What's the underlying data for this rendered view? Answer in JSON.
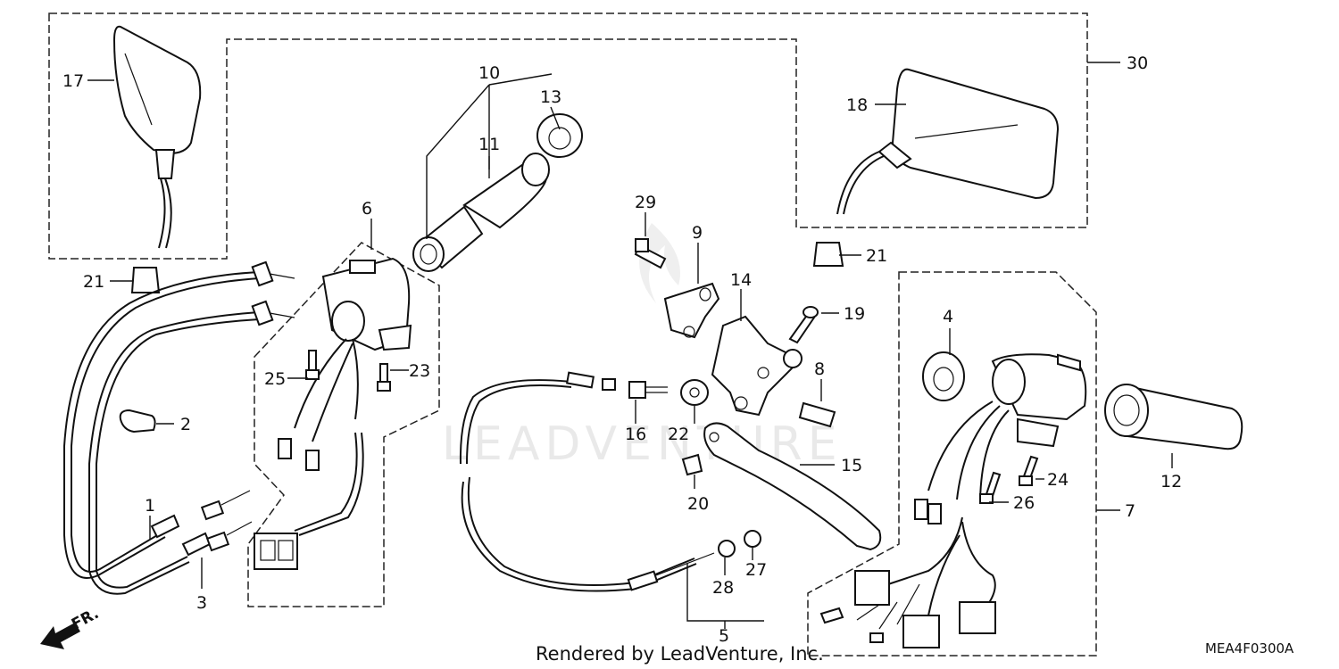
{
  "callouts": {
    "c1": "1",
    "c2": "2",
    "c3": "3",
    "c4": "4",
    "c5": "5",
    "c6": "6",
    "c7": "7",
    "c8": "8",
    "c9": "9",
    "c10": "10",
    "c11": "11",
    "c12": "12",
    "c13": "13",
    "c14": "14",
    "c15": "15",
    "c16": "16",
    "c17": "17",
    "c18": "18",
    "c19": "19",
    "c20": "20",
    "c21a": "21",
    "c21b": "21",
    "c22": "22",
    "c23": "23",
    "c24": "24",
    "c25": "25",
    "c26": "26",
    "c27": "27",
    "c28": "28",
    "c29": "29",
    "c30": "30"
  },
  "watermark": "LEADVENTURE",
  "direction_label": "FR.",
  "footer": {
    "rendered_by": "Rendered by LeadVenture, Inc.",
    "diagram_code": "MEA4F0300A"
  }
}
